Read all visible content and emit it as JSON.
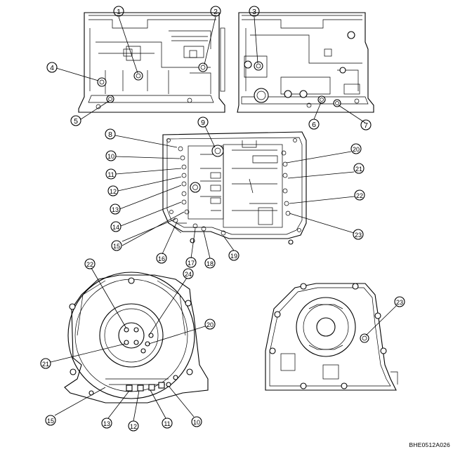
{
  "figure": {
    "code": "BHE0512A026",
    "callouts": [
      "1",
      "2",
      "3",
      "4",
      "5",
      "6",
      "7",
      "8",
      "9",
      "10",
      "11",
      "12",
      "13",
      "14",
      "15",
      "16",
      "17",
      "18",
      "19",
      "20",
      "21",
      "22",
      "23",
      "24"
    ]
  },
  "views": {
    "upper_left": "transmission case front half with check-ball locations",
    "upper_right": "transmission case rear half with check-ball locations",
    "middle": "control valve body with gasket and check balls",
    "lower_left": "converter housing face with orifice/check-ball locations",
    "lower_right": "oil pump side view with passage 23"
  }
}
